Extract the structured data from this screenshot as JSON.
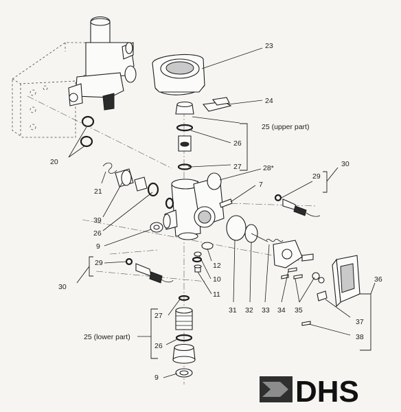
{
  "callouts": {
    "c23": "23",
    "c24": "24",
    "c25_upper": "25 (upper part)",
    "c26_upper": "26",
    "c27_upper": "27",
    "c28": "28*",
    "c30_right": "30",
    "c29_right": "29",
    "c7": "7",
    "c20": "20",
    "c21": "21",
    "c39": "39",
    "c26_left": "26",
    "c9_left": "9",
    "c29_left": "29",
    "c30_left": "30",
    "c12": "12",
    "c10": "10",
    "c11": "11",
    "c31": "31",
    "c32": "32",
    "c33": "33",
    "c34": "34",
    "c35": "35",
    "c36": "36",
    "c37": "37",
    "c38": "38",
    "c27_lower": "27",
    "c25_lower": "25 (lower part)",
    "c26_lower": "26",
    "c9_lower": "9"
  },
  "logo": {
    "text": "DHS",
    "colors": {
      "dark": "#2f2f2f",
      "light": "#8c8c8c"
    }
  }
}
